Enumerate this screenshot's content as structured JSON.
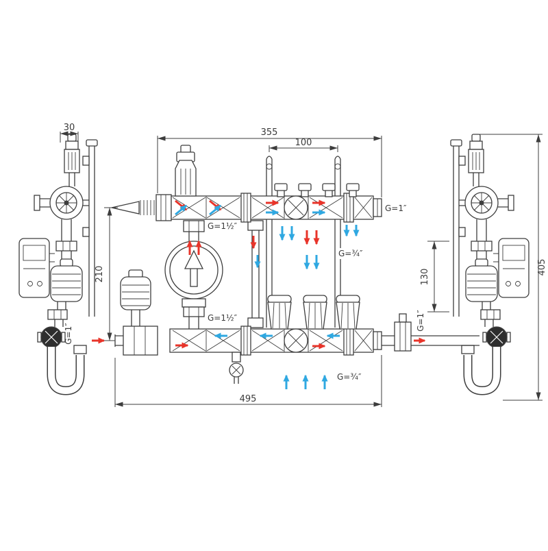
{
  "drawing": {
    "title": "Heating manifold assembly - dimensioned technical drawing",
    "dimensions": {
      "side_bracket": "30",
      "manifold_width": "355",
      "bracket_spacing": "100",
      "manifold_axis_gap": "210",
      "overall_width": "495",
      "side_offset": "130",
      "overall_height": "405"
    },
    "connections": {
      "main_top": "G=1″",
      "pump_top_union": "G=1½″",
      "top_loop_outlets": "G=¾″",
      "pump_bottom_union": "G=1½″",
      "bottom_loop_outlets": "G=¾″",
      "left_side_port": "G=1″",
      "right_side_port": "G=1″"
    },
    "colors": {
      "supply": "#e8342a",
      "return": "#2fa8e1",
      "line": "#3d3d3d"
    }
  }
}
